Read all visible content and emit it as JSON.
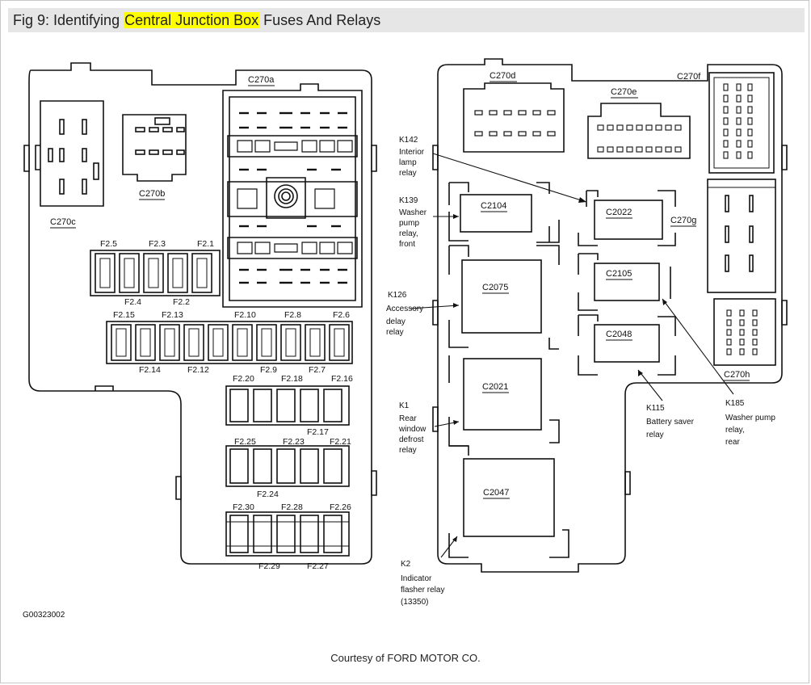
{
  "title": {
    "prefix": "Fig 9: Identifying ",
    "highlight": "Central Junction Box",
    "suffix": " Fuses And Relays",
    "highlight_color": "#ffff00"
  },
  "figure_id": "G00323002",
  "credit": "Courtesy of FORD MOTOR CO.",
  "left_box": {
    "connectors": {
      "c270a": "C270a",
      "c270b": "C270b",
      "c270c": "C270c"
    },
    "fuse_labels": {
      "f2_1": "F2.1",
      "f2_2": "F2.2",
      "f2_3": "F2.3",
      "f2_4": "F2.4",
      "f2_5": "F2.5",
      "f2_6": "F2.6",
      "f2_7": "F2.7",
      "f2_8": "F2.8",
      "f2_9": "F2.9",
      "f2_10": "F2.10",
      "f2_12": "F2.12",
      "f2_13": "F2.13",
      "f2_14": "F2.14",
      "f2_15": "F2.15",
      "f2_16": "F2.16",
      "f2_17": "F2.17",
      "f2_18": "F2.18",
      "f2_20": "F2.20",
      "f2_21": "F2.21",
      "f2_23": "F2.23",
      "f2_24": "F2.24",
      "f2_25": "F2.25",
      "f2_26": "F2.26",
      "f2_27": "F2.27",
      "f2_28": "F2.28",
      "f2_29": "F2.29",
      "f2_30": "F2.30"
    }
  },
  "right_box": {
    "connectors": {
      "c270d": "C270d",
      "c270e": "C270e",
      "c270f": "C270f",
      "c270g": "C270g",
      "c270h": "C270h"
    },
    "relay_sockets": {
      "c2104": "C2104",
      "c2075": "C2075",
      "c2021": "C2021",
      "c2047": "C2047",
      "c2022": "C2022",
      "c2105": "C2105",
      "c2048": "C2048"
    },
    "callouts": {
      "k142": [
        "K142",
        "Interior",
        "lamp",
        "relay"
      ],
      "k139": [
        "K139",
        "Washer",
        "pump",
        "relay,",
        "front"
      ],
      "k126": [
        "K126",
        "Accessory",
        "delay",
        "relay"
      ],
      "k1": [
        "K1",
        "Rear",
        "window",
        "defrost",
        "relay"
      ],
      "k2": [
        "K2",
        "Indicator",
        "flasher relay",
        "(13350)"
      ],
      "k115": [
        "K115",
        "Battery saver",
        "relay"
      ],
      "k185": [
        "K185",
        "Washer pump",
        "relay,",
        "rear"
      ]
    }
  }
}
